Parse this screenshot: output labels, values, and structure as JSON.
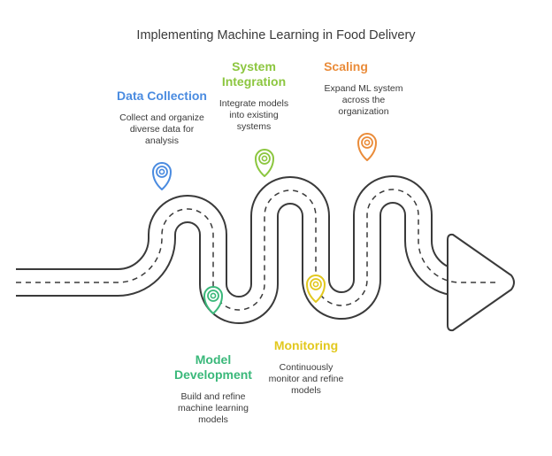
{
  "title": "Implementing Machine Learning in Food Delivery",
  "steps": [
    {
      "title": "Data Collection",
      "description": "Collect and organize\ndiverse data for\nanalysis",
      "color": "#4a8be0"
    },
    {
      "title": "Model\nDevelopment",
      "description": "Build and refine\nmachine learning\nmodels",
      "color": "#3ab87a"
    },
    {
      "title": "System\nIntegration",
      "description": "Integrate models\ninto existing\nsystems",
      "color": "#8cc63f"
    },
    {
      "title": "Monitoring",
      "description": "Continuously\nmonitor and refine\nmodels",
      "color": "#e2c81e"
    },
    {
      "title": "Scaling",
      "description": "Expand ML system\nacross the\norganization",
      "color": "#ea8c3a"
    }
  ]
}
